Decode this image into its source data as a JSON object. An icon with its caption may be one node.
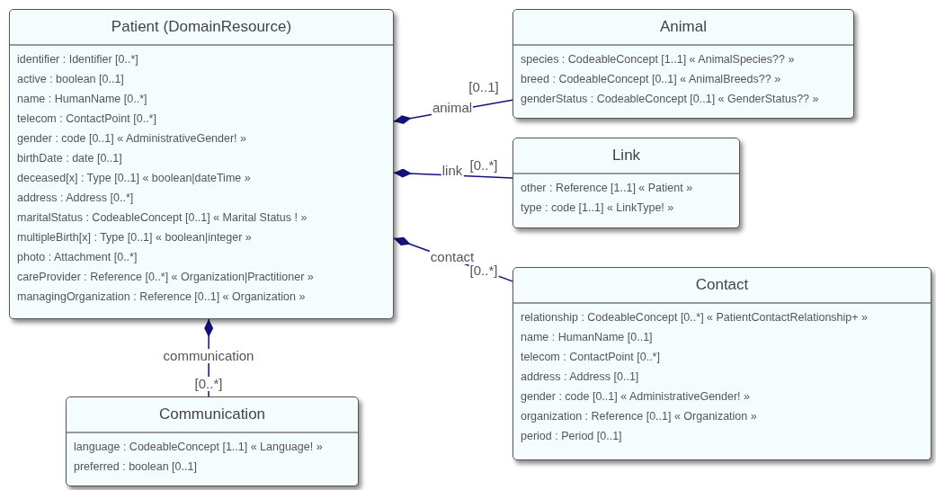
{
  "diagram": {
    "nodes": [
      {
        "text": [
          "Patient (DomainResource)",
          "identifier : Identifier [0..*]",
          "active : boolean [0..1]",
          "name : HumanName [0..*]",
          "telecom : ContactPoint [0..*]",
          "gender : code [0..1] « AdministrativeGender! »",
          "birthDate : date [0..1]",
          "deceased[x] : Type [0..1] « boolean|dateTime »",
          "address : Address [0..*]",
          "maritalStatus : CodeableConcept [0..1] « Marital Status ! »",
          "multipleBirth[x] : Type [0..1] « boolean|integer »",
          "photo : Attachment [0..*]",
          "careProvider : Reference [0..*] « Organization|Practitioner »",
          "managingOrganization : Reference [0..1] « Organization »"
        ]
      },
      {
        "text": [
          "Animal",
          "species : CodeableConcept [1..1] « AnimalSpecies?? »",
          "breed : CodeableConcept [0..1] « AnimalBreeds?? »",
          "genderStatus : CodeableConcept [0..1] « GenderStatus?? »"
        ]
      },
      {
        "text": [
          "Link",
          "other : Reference [1..1] « Patient »",
          "type : code [1..1] « LinkType! »"
        ]
      },
      {
        "text": [
          "Contact",
          "relationship : CodeableConcept [0..*] « PatientContactRelationship+ »",
          "name : HumanName [0..1]",
          "telecom : ContactPoint [0..*]",
          "address : Address [0..1]",
          "gender : code [0..1] « AdministrativeGender! »",
          "organization : Reference [0..1] « Organization »",
          "period : Period [0..1]"
        ]
      },
      {
        "text": [
          "Communication",
          "language : CodeableConcept [1..1] « Language! »",
          "preferred : boolean [0..1]"
        ]
      }
    ],
    "edges": [
      {
        "from": 0,
        "to": 1,
        "arrow": "other",
        "label": "animal"
      },
      {
        "from": 0,
        "to": 2,
        "arrow": "other",
        "label": "link"
      },
      {
        "from": 0,
        "to": 3,
        "arrow": "other",
        "label": "contact"
      },
      {
        "from": 0,
        "to": 4,
        "arrow": "other",
        "label": "communication"
      }
    ],
    "labels": [
      "[0..1]",
      "[0..*]",
      "[0..*]",
      "[0..*]"
    ]
  }
}
